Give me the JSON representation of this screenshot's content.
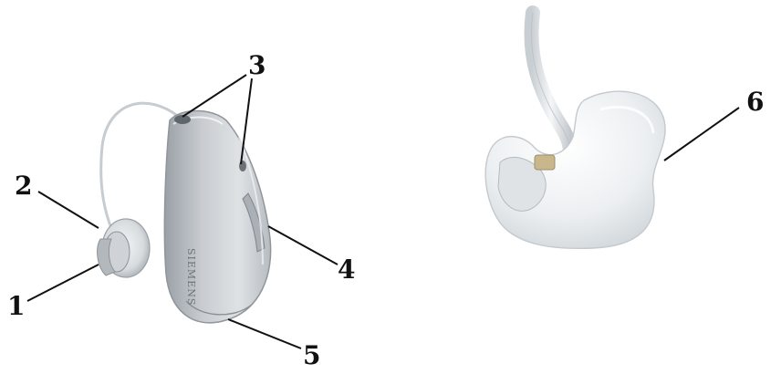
{
  "callouts": {
    "c1": "1",
    "c2": "2",
    "c3": "3",
    "c4": "4",
    "c5": "5",
    "c6": "6"
  },
  "device": {
    "brand_text": "SIEMENS"
  },
  "colors": {
    "housing": "#b9bec3",
    "housing_light": "#dde0e3",
    "tube": "#c7ccd1",
    "earmold": "#e9ecee",
    "leader_line": "#111111"
  }
}
